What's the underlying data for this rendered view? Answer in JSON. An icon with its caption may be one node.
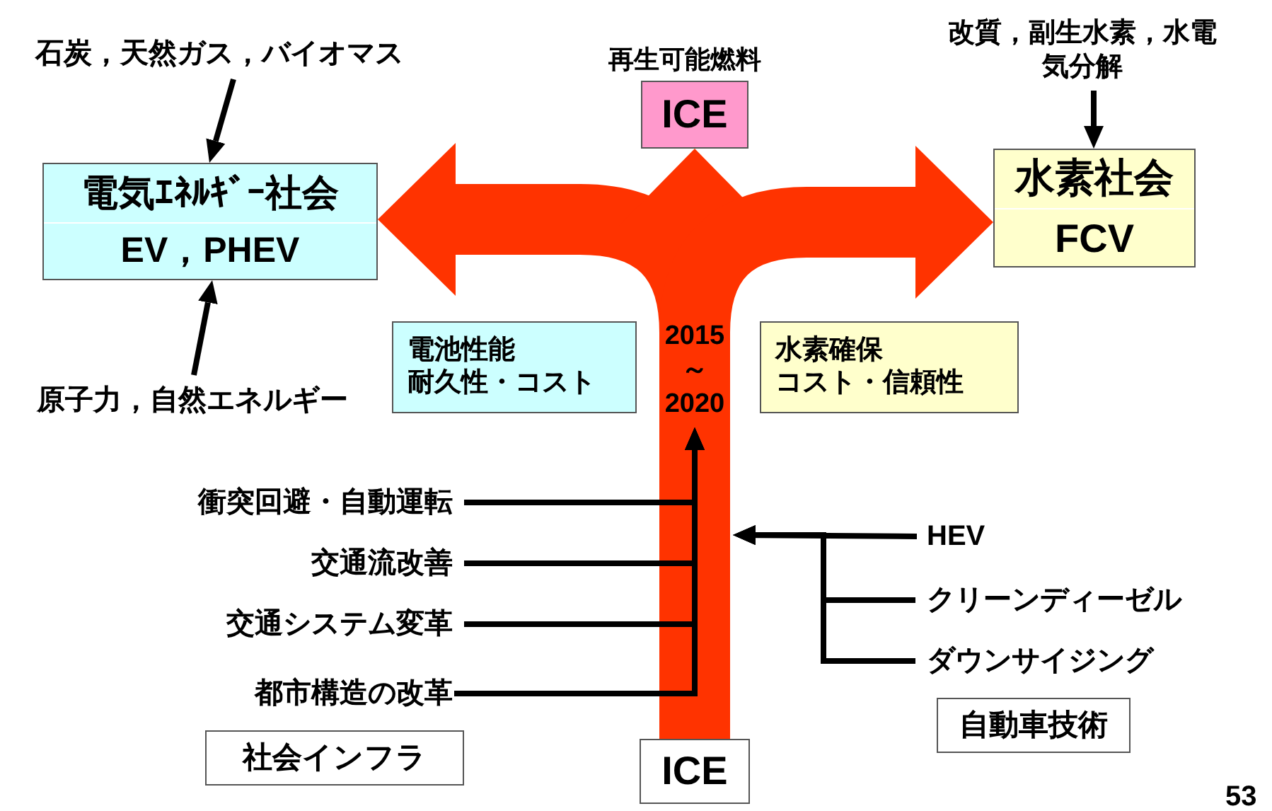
{
  "diagram": {
    "nodes": [
      {
        "text": [
          "石炭，天然ガス，バイオマス"
        ]
      },
      {
        "text": [
          "電気ｴﾈﾙｷﾞｰ社会",
          "EV，PHEV"
        ]
      },
      {
        "text": [
          "原子力，自然エネルギー"
        ]
      },
      {
        "text": [
          "ICE"
        ],
        "beside": [
          "再生可能燃料"
        ]
      },
      {
        "text": [
          "改質，副生水素，水電気分解"
        ]
      },
      {
        "text": [
          "水素社会",
          "FCV"
        ]
      },
      {
        "text": [
          "電池性能",
          "耐久性・コスト"
        ]
      },
      {
        "text": [
          "2015 ～ 2020"
        ]
      },
      {
        "text": [
          "水素確保",
          "コスト・信頼性"
        ]
      },
      {
        "text": [
          "衝突回避・自動運転"
        ]
      },
      {
        "text": [
          "交通流改善"
        ]
      },
      {
        "text": [
          "交通システム変革"
        ]
      },
      {
        "text": [
          "都市構造の改革"
        ]
      },
      {
        "text": [
          "HEV"
        ]
      },
      {
        "text": [
          "クリーンディーゼル"
        ]
      },
      {
        "text": [
          "ダウンサイジング"
        ]
      },
      {
        "text": [
          "社会インフラ"
        ]
      },
      {
        "text": [
          "ICE"
        ]
      },
      {
        "text": [
          "自動車技術"
        ]
      }
    ],
    "edges": [
      {
        "from": 0,
        "to": 1,
        "arrow": "to"
      },
      {
        "from": 2,
        "to": 1,
        "arrow": "to"
      },
      {
        "from": 4,
        "to": 5,
        "arrow": "to"
      },
      {
        "from": 17,
        "to": 1,
        "arrow": "to",
        "style": "thick",
        "color": "#ff3300"
      },
      {
        "from": 17,
        "to": 3,
        "arrow": "to",
        "style": "thick",
        "color": "#ff3300"
      },
      {
        "from": 17,
        "to": 5,
        "arrow": "to",
        "style": "thick",
        "color": "#ff3300"
      },
      {
        "from": 9,
        "to": 7,
        "arrow": "to"
      },
      {
        "from": 10,
        "to": 7,
        "arrow": "to"
      },
      {
        "from": 11,
        "to": 7,
        "arrow": "to"
      },
      {
        "from": 12,
        "to": 7,
        "arrow": "to"
      },
      {
        "from": 13,
        "to": null,
        "arrow": "to"
      },
      {
        "from": 14,
        "to": null,
        "arrow": "to"
      },
      {
        "from": 15,
        "to": null,
        "arrow": "to"
      }
    ],
    "labels": [
      "53"
    ]
  }
}
